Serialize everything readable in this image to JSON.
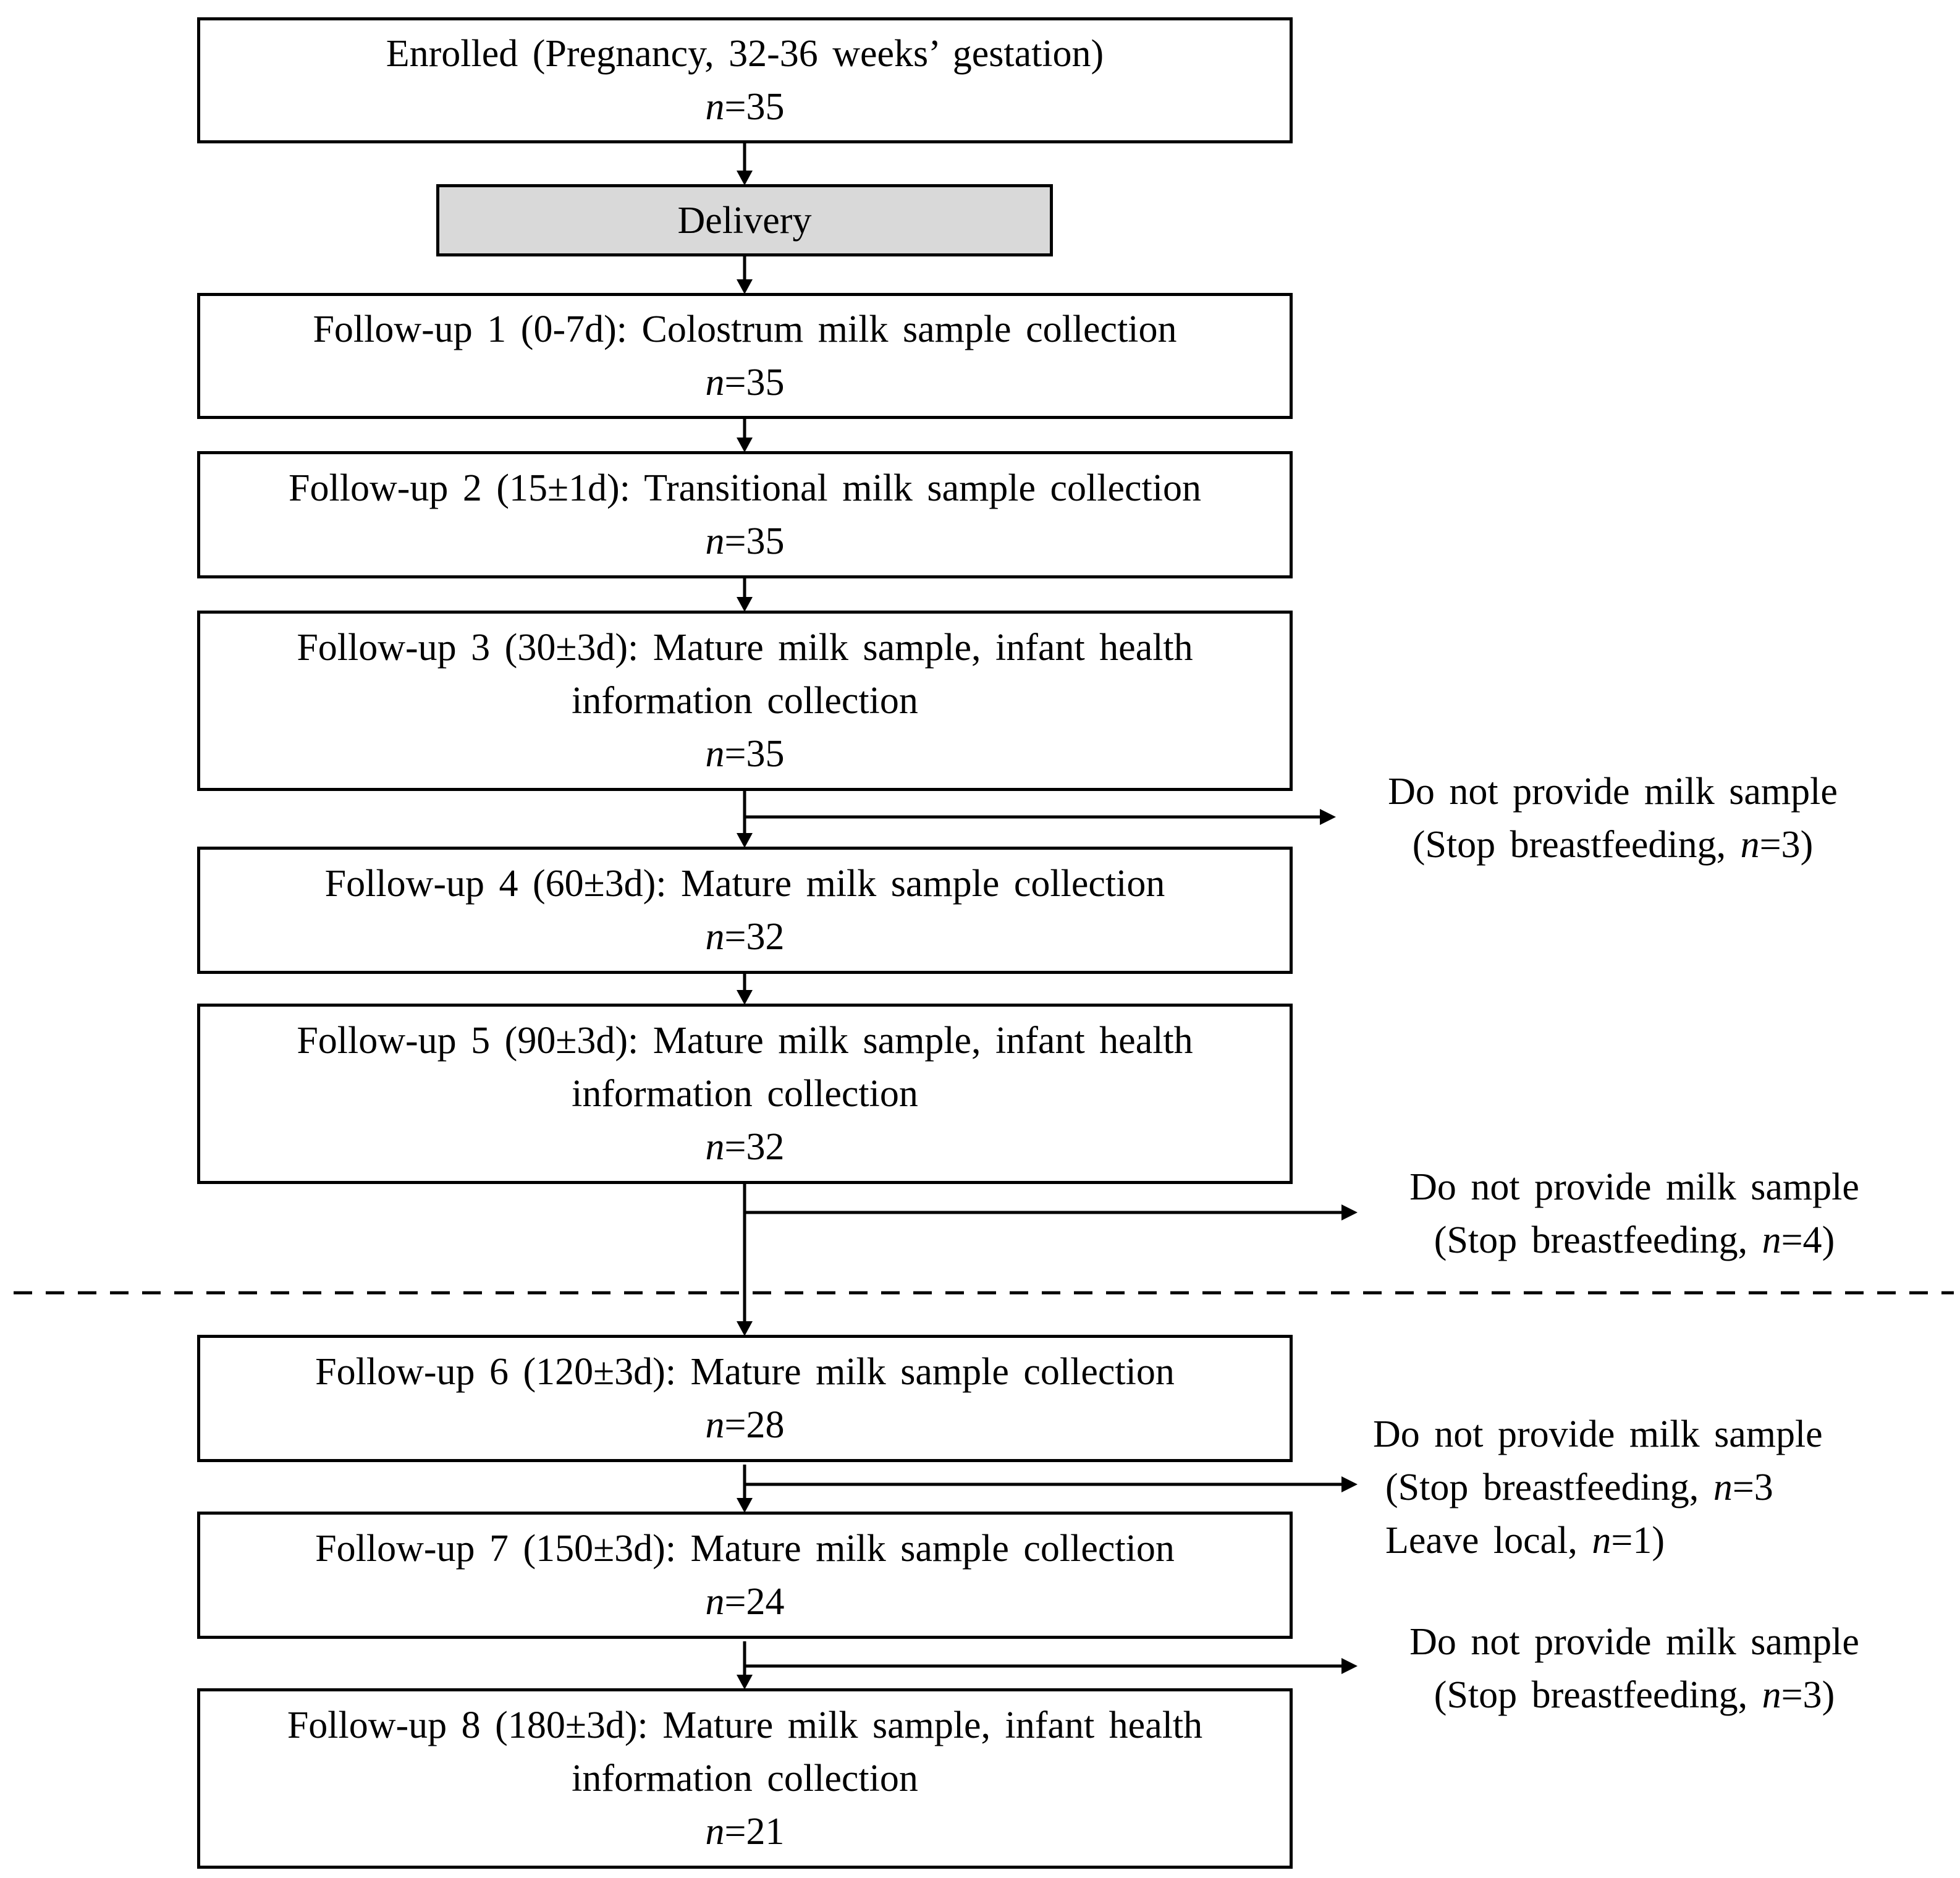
{
  "n_symbol": "n",
  "boxes": {
    "enrolled": {
      "label": "Enrolled (Pregnancy, 32-36 weeks’ gestation)",
      "count": "=35"
    },
    "delivery": {
      "label": "Delivery"
    },
    "fu1": {
      "label": "Follow-up 1 (0-7d): Colostrum milk sample collection",
      "count": "=35"
    },
    "fu2": {
      "label": "Follow-up 2 (15±1d): Transitional milk sample collection",
      "count": "=35"
    },
    "fu3": {
      "label_line1": "Follow-up 3 (30±3d): Mature milk sample, infant health",
      "label_line2": "information collection",
      "count": "=35"
    },
    "fu4": {
      "label": "Follow-up 4 (60±3d): Mature milk sample collection",
      "count": "=32"
    },
    "fu5": {
      "label_line1": "Follow-up 5 (90±3d): Mature milk sample, infant health",
      "label_line2": "information collection",
      "count": "=32"
    },
    "fu6": {
      "label": "Follow-up 6 (120±3d): Mature milk sample collection",
      "count": "=28"
    },
    "fu7": {
      "label": "Follow-up 7 (150±3d): Mature milk sample collection",
      "count": "=24"
    },
    "fu8": {
      "label_line1": "Follow-up 8 (180±3d): Mature milk sample, infant health",
      "label_line2": "information collection",
      "count": "=21"
    }
  },
  "exclusions": [
    {
      "title": "Do not provide milk sample",
      "reason": "Stop breastfeeding, ",
      "count": "=3"
    },
    {
      "title": "Do not provide milk sample",
      "reason": "Stop breastfeeding, ",
      "count": "=4"
    },
    {
      "title": "Do not provide milk sample",
      "reason": "Stop breastfeeding, ",
      "count": "=3",
      "reason2": "Leave local, ",
      "count2": "=1"
    },
    {
      "title": "Do not provide milk sample",
      "reason": "Stop breastfeeding, ",
      "count": "=3"
    }
  ]
}
